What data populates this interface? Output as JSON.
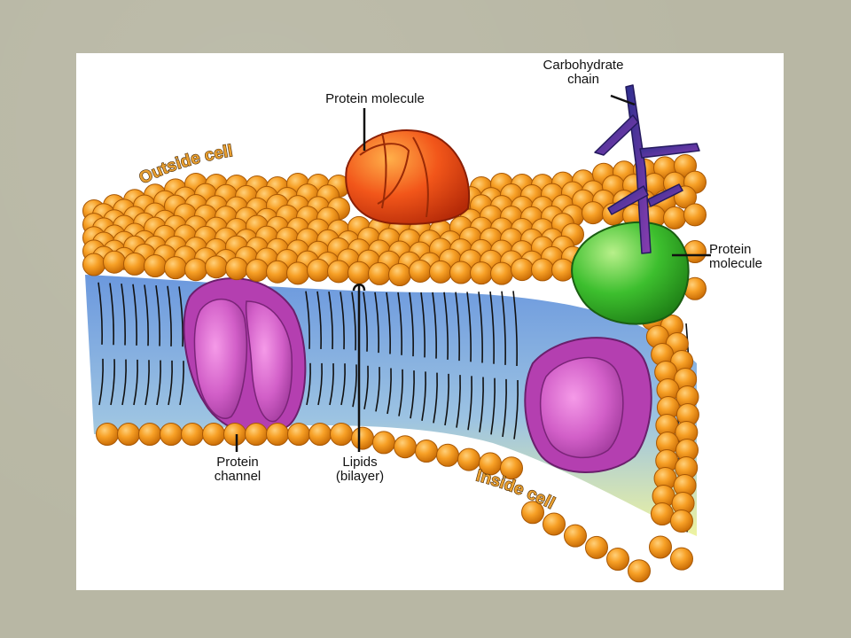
{
  "labels": {
    "protein_molecule_top": "Protein molecule",
    "carbohydrate_chain": "Carbohydrate\nchain",
    "outside_cell": "Outside cell",
    "protein_molecule_right": "Protein\nmolecule",
    "protein_channel": "Protein\nchannel",
    "lipids_bilayer": "Lipids\n(bilayer)",
    "inside_cell": "Inside cell"
  },
  "colors": {
    "slide_background": "#b8b7a4",
    "lipid_head": "#f59a1b",
    "lipid_head_dark": "#c66a05",
    "membrane_interior_top": "#6f9fe0",
    "membrane_interior_bottom": "#e6ef9a",
    "protein_red": "#ea4a10",
    "protein_green": "#2fae25",
    "protein_channel": "#b43fb0",
    "carbohydrate": "#4a2a8a",
    "label_text": "#111111"
  }
}
